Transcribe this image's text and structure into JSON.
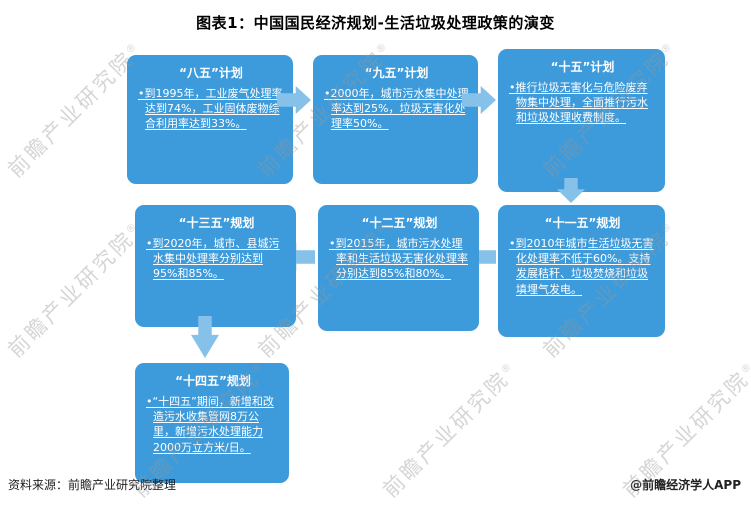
{
  "title": "图表1：中国国民经济规划-生活垃圾处理政策的演变",
  "watermark": "前瞻产业研究院",
  "watermark_reg": "®",
  "flowchart": {
    "boxes": [
      {
        "title": "“八五”计划",
        "body": "•到1995年，工业废气处理率达到74%，工业固体废物综合利用率达到33%。"
      },
      {
        "title": "“九五”计划",
        "body": "•2000年，城市污水集中处理率达到25%，垃圾无害化处理率50%。"
      },
      {
        "title": "“十五”计划",
        "body": "•推行垃圾无害化与危险废弃物集中处理，全面推行污水和垃圾处理收费制度。"
      },
      {
        "title": "“十一五”规划",
        "body": "•到2010年城市生活垃圾无害化处理率不低于60%。支持发展秸秆、垃圾焚烧和垃圾填埋气发电。"
      },
      {
        "title": "“十二五”规划",
        "body": "•到2015年，城市污水处理率和生活垃圾无害化处理率分别达到85%和80%。"
      },
      {
        "title": "“十三五”规划",
        "body": "•到2020年，城市、县城污水集中处理率分别达到95%和85%。"
      },
      {
        "title": "“十四五”规划",
        "body": "•“十四五”期间，新增和改造污水收集管网8万公里，新增污水处理能力2000万立方米/日。"
      }
    ]
  },
  "footer": {
    "source": "资料来源：前瞻产业研究院整理",
    "credit": "@前瞻经济学人APP"
  },
  "colors": {
    "box": "#3e9bdb",
    "arrow": "#86c1e9"
  }
}
